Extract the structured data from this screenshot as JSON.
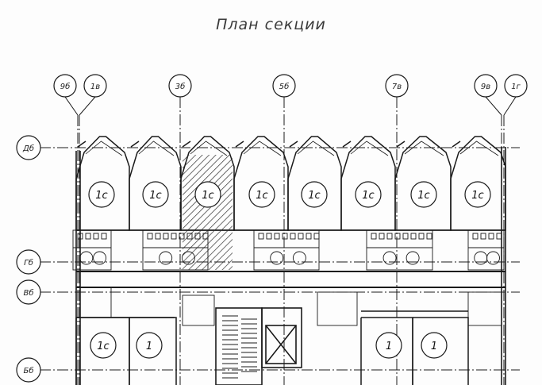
{
  "title": "План секции",
  "axes": {
    "vertical": [
      "9б",
      "1в",
      "3б",
      "5б",
      "7в",
      "9в",
      "1г"
    ],
    "horizontal": [
      "Дб",
      "Гб",
      "Вб",
      "Бб"
    ]
  },
  "rooms_upper": [
    "1с",
    "1с",
    "1с",
    "1с",
    "1с",
    "1с",
    "1с",
    "1с"
  ],
  "rooms_lower": [
    "1с",
    "1",
    "1",
    "1"
  ],
  "colors": {
    "line": "#1a1a1a",
    "hatch": "#333333",
    "background": "#fdfdfd"
  }
}
